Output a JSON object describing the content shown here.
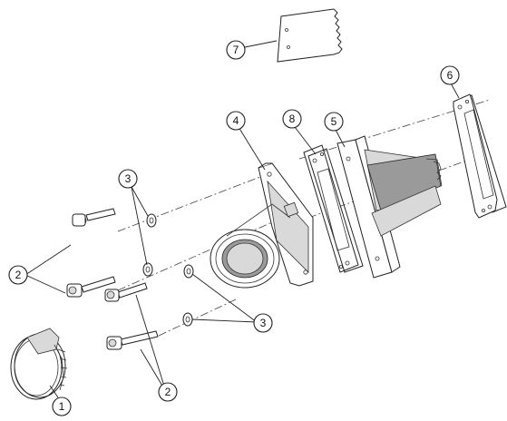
{
  "diagram": {
    "callouts": [
      {
        "id": "c7",
        "label": "7"
      },
      {
        "id": "c6",
        "label": "6"
      },
      {
        "id": "c4",
        "label": "4"
      },
      {
        "id": "c8",
        "label": "8"
      },
      {
        "id": "c5",
        "label": "5"
      },
      {
        "id": "c3a",
        "label": "3"
      },
      {
        "id": "c2a",
        "label": "2"
      },
      {
        "id": "c3b",
        "label": "3"
      },
      {
        "id": "c1",
        "label": "1"
      },
      {
        "id": "c2b",
        "label": "2"
      }
    ]
  }
}
